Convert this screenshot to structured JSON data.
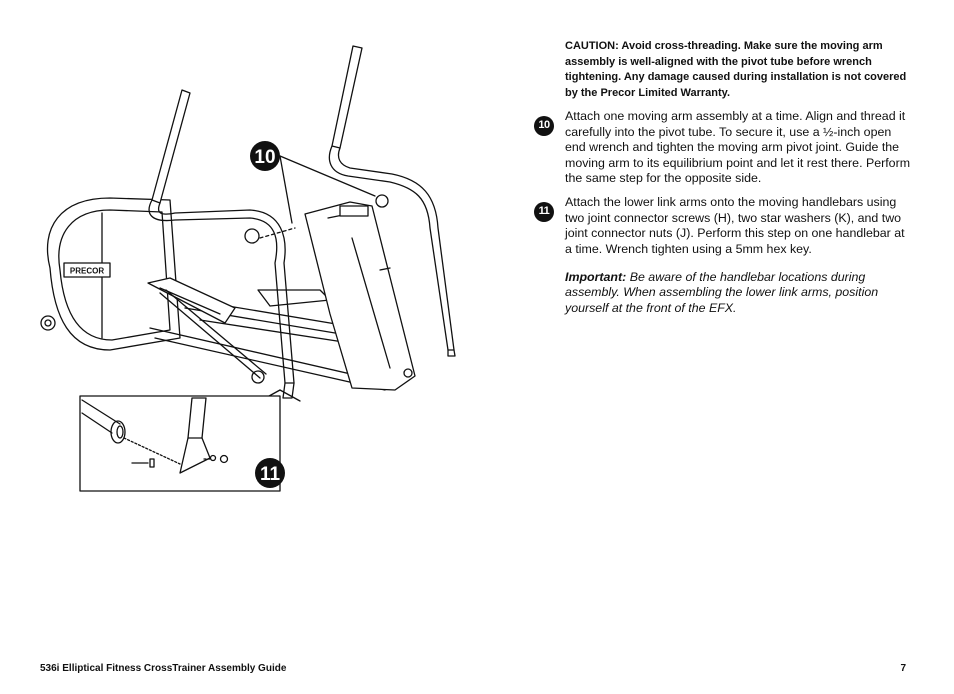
{
  "caution": "CAUTION: Avoid cross-threading. Make sure the moving arm assembly is well-aligned with the pivot tube before wrench tightening. Any damage caused during installation is not covered by the Precor Limited Warranty.",
  "steps": [
    {
      "number": "10",
      "text": "Attach one moving arm assembly at a time. Align and thread it carefully into the pivot tube. To secure it, use a ½-inch open end wrench and tighten the moving arm pivot joint. Guide the moving arm to its equilibrium point and let it rest there. Perform the same step for the opposite side."
    },
    {
      "number": "11",
      "text": "Attach the lower link arms onto the moving handlebars using two joint connector screws (H), two star washers (K), and two joint connector nuts (J). Perform this step on one handlebar at a time. Wrench tighten using a 5mm hex key."
    }
  ],
  "important": {
    "label": "Important:",
    "text": " Be aware of the handlebar locations during assembly. When assembling the lower link arms, position yourself at the front of the EFX."
  },
  "figure": {
    "callout_10": "10",
    "callout_11": "11",
    "logo_text": "PRECOR"
  },
  "footer": {
    "title": "536i Elliptical Fitness CrossTrainer Assembly Guide",
    "page_number": "7"
  }
}
